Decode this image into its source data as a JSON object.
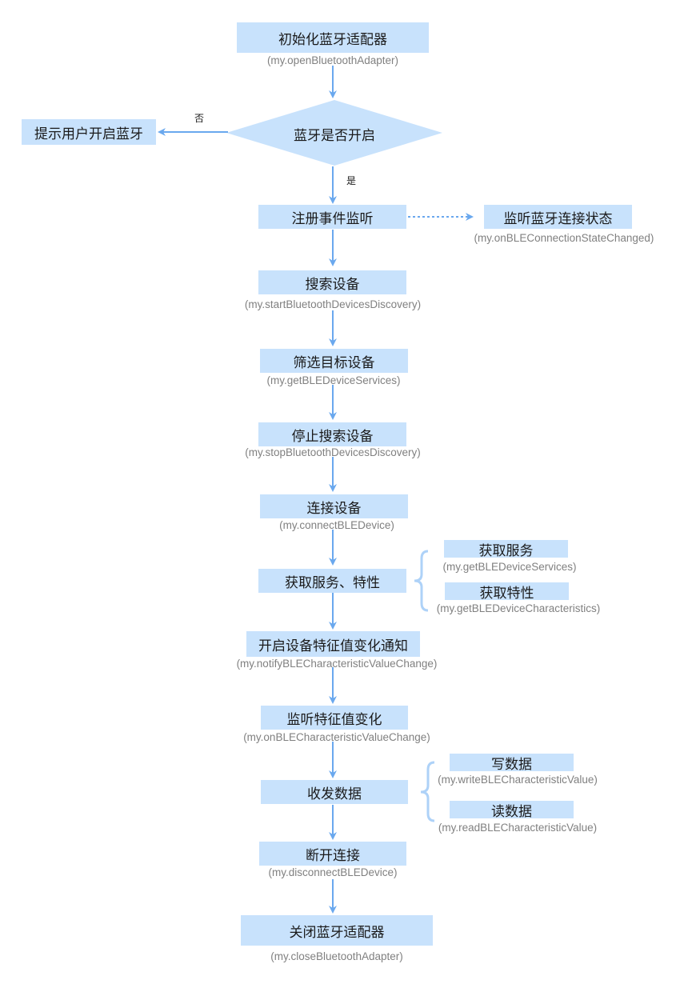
{
  "nodes": {
    "init": {
      "label": "初始化蓝牙适配器",
      "api": "(my.openBluetoothAdapter)"
    },
    "decision": {
      "label": "蓝牙是否开启"
    },
    "prompt": {
      "label": "提示用户开启蓝牙"
    },
    "register": {
      "label": "注册事件监听"
    },
    "listen_conn": {
      "label": "监听蓝牙连接状态",
      "api": "(my.onBLEConnectionStateChanged)"
    },
    "search": {
      "label": "搜索设备",
      "api": "(my.startBluetoothDevicesDiscovery)"
    },
    "filter": {
      "label": "筛选目标设备",
      "api": "(my.getBLEDeviceServices)"
    },
    "stop": {
      "label": "停止搜索设备",
      "api": "(my.stopBluetoothDevicesDiscovery)"
    },
    "connect": {
      "label": "连接设备",
      "api": "(my.connectBLEDevice)"
    },
    "get_svc_char": {
      "label": "获取服务、特性"
    },
    "get_svc": {
      "label": "获取服务",
      "api": "(my.getBLEDeviceServices)"
    },
    "get_char": {
      "label": "获取特性",
      "api": "(my.getBLEDeviceCharacteristics)"
    },
    "notify": {
      "label": "开启设备特征值变化通知",
      "api": "(my.notifyBLECharacteristicValueChange)"
    },
    "listen_char": {
      "label": "监听特征值变化",
      "api": "(my.onBLECharacteristicValueChange)"
    },
    "transfer": {
      "label": "收发数据"
    },
    "write": {
      "label": "写数据",
      "api": "(my.writeBLECharacteristicValue)"
    },
    "read": {
      "label": "读数据",
      "api": "(my.readBLECharacteristicValue)"
    },
    "disconnect": {
      "label": "断开连接",
      "api": "(my.disconnectBLEDevice)"
    },
    "close": {
      "label": "关闭蓝牙适配器",
      "api": "(my.closeBluetoothAdapter)"
    }
  },
  "edges": {
    "no_label": "否",
    "yes_label": "是"
  },
  "colors": {
    "box_fill": "#c8e2fc",
    "arrow": "#6aa8ee",
    "api_text": "#808080"
  }
}
